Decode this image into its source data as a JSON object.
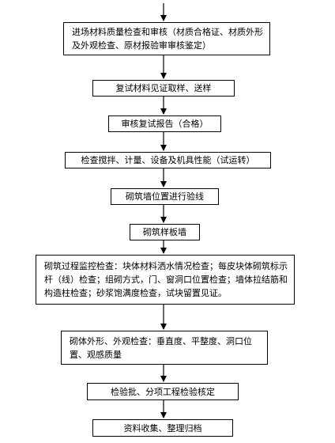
{
  "flowchart": {
    "steps": [
      {
        "text": "进场材料质量检查和审核（材质合格证、材质外形及外观检查、原材报验审审核鉴定）"
      },
      {
        "text": "复试材料见证取样、送样"
      },
      {
        "text": "审核复试报告（合格）"
      },
      {
        "text": "检查搅拌、计量、设备及机具性能（试运转）"
      },
      {
        "text": "砌筑墙位置进行验线"
      },
      {
        "text": "砌筑样板墙"
      },
      {
        "text": "砌筑过程监控检查：块体材料洒水情况检查；每皮块体砌筑标示杆（线）检查；组砌方式，门、窗洞口位置检查；墙体拉结筋和构造柱检查；砂浆饱满度检查，试块留置见证。"
      },
      {
        "text": "砌体外形、外观检查：垂直度、平整度、洞口位置、观感质量"
      },
      {
        "text": "检验批、分项工程检验核定"
      },
      {
        "text": "资料收集、整理归档"
      }
    ]
  }
}
